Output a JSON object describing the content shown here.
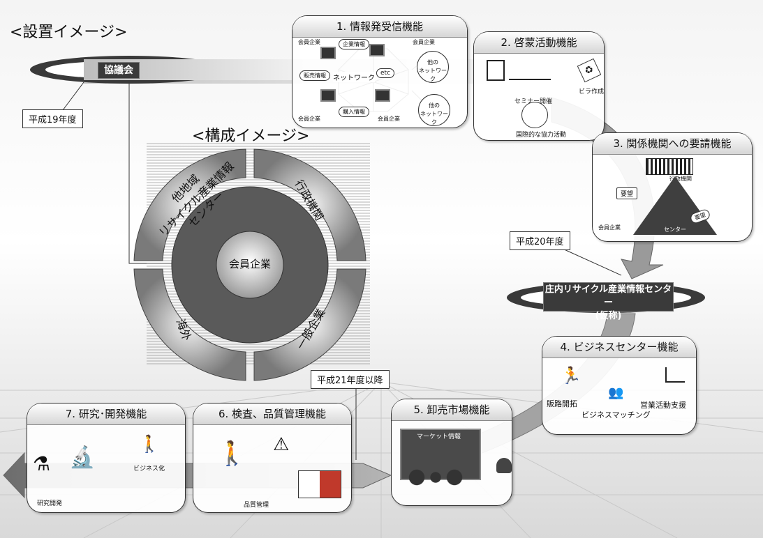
{
  "headings": {
    "setup": "<設置イメージ>",
    "composition": "<構成イメージ>"
  },
  "council": "協議会",
  "years": {
    "h19": "平成19年度",
    "h20": "平成20年度",
    "h21": "平成21年度以降"
  },
  "center": {
    "line1": "庄内リサイクル産業情報センター",
    "line2": "(仮称)"
  },
  "ring": {
    "core": "会員企業",
    "top_left_lines": [
      "他地域",
      "リサイクル産業情報",
      "センター"
    ],
    "top_right": "行政機関",
    "bottom_left": "海外",
    "bottom_right": "一般企業"
  },
  "f1": {
    "title": "1. 情報発受信機能",
    "member": "会員企業",
    "company_info": "企業情報",
    "sales_info": "販売情報",
    "purchase_info": "購入情報",
    "network": "ネットワーク",
    "etc": "etc",
    "other_network": "他の\nネットワーク"
  },
  "f2": {
    "title": "2. 啓蒙活動機能",
    "seminar": "セミナー開催",
    "flyer": "ビラ作成",
    "international": "国際的な協力活動"
  },
  "f3": {
    "title": "3. 関係機関への要請機能",
    "gov": "行政機関",
    "request": "要望",
    "request2": "要望",
    "members": "会員企業",
    "center": "センター"
  },
  "f4": {
    "title": "4. ビジネスセンター機能",
    "channel": "販路開拓",
    "sales_support": "営業活動支援",
    "matching": "ビジネスマッチング"
  },
  "f5": {
    "title": "5. 卸売市場機能",
    "market_info": "マーケット情報"
  },
  "f6": {
    "title": "6. 検査、品質管理機能",
    "quality": "品質管理"
  },
  "f7": {
    "title": "7. 研究･開発機能",
    "rnd": "研究開発",
    "business": "ビジネス化"
  },
  "colors": {
    "ring_dark": "#555555",
    "ring_light": "#cfcfcf",
    "arrow": "#8a8a8a",
    "oval": "#3a3a3a"
  }
}
